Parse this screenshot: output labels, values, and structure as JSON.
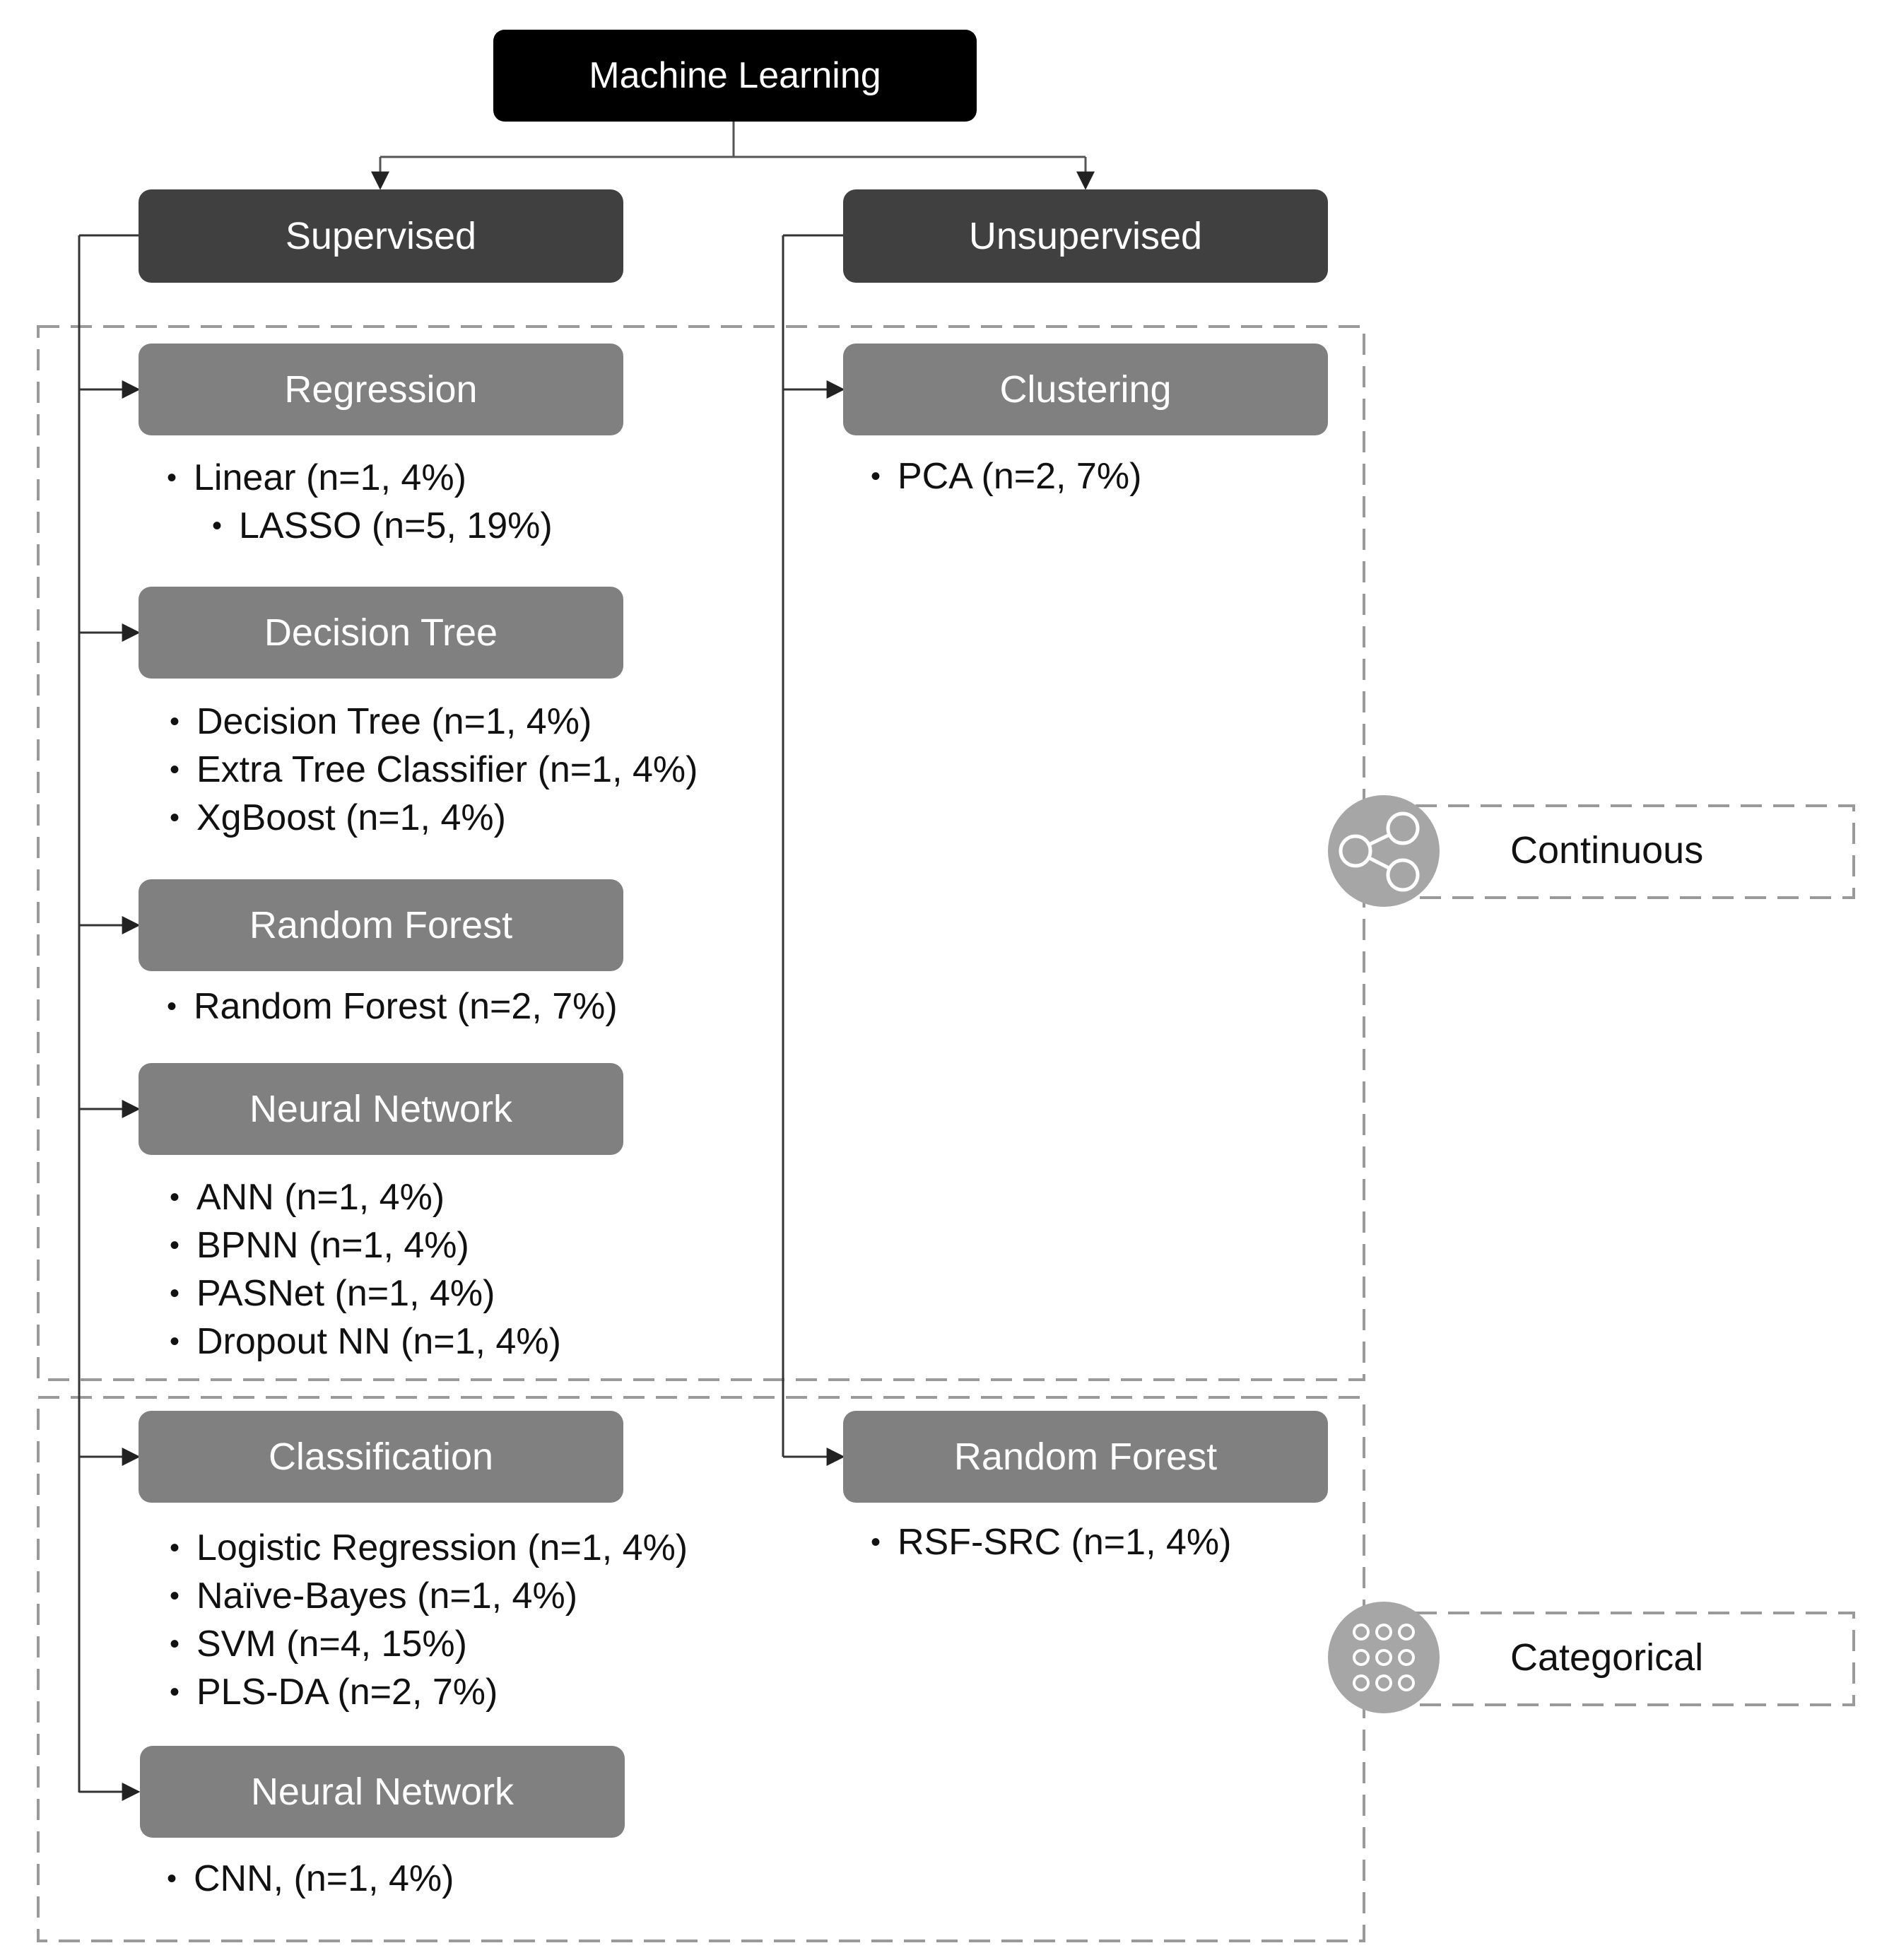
{
  "root": {
    "label": "Machine Learning"
  },
  "branches": {
    "supervised": {
      "label": "Supervised",
      "groups": [
        {
          "label": "Regression",
          "items": [
            "Linear (n=1, 4%)",
            "LASSO (n=5, 19%)"
          ]
        },
        {
          "label": "Decision Tree",
          "items": [
            "Decision Tree (n=1, 4%)",
            "Extra Tree Classifier (n=1, 4%)",
            "XgBoost (n=1, 4%)"
          ]
        },
        {
          "label": "Random Forest",
          "items": [
            "Random Forest (n=2, 7%)"
          ]
        },
        {
          "label": "Neural Network",
          "items": [
            "ANN (n=1, 4%)",
            "BPNN (n=1, 4%)",
            "PASNet (n=1, 4%)",
            "Dropout NN (n=1, 4%)"
          ]
        },
        {
          "label": "Classification",
          "items": [
            "Logistic Regression (n=1, 4%)",
            "Naïve-Bayes (n=1, 4%)",
            "SVM (n=4, 15%)",
            "PLS-DA (n=2, 7%)"
          ]
        },
        {
          "label": "Neural Network",
          "items": [
            "CNN, (n=1, 4%)"
          ]
        }
      ]
    },
    "unsupervised": {
      "label": "Unsupervised",
      "groups": [
        {
          "label": "Clustering",
          "items": [
            "PCA (n=2, 7%)"
          ]
        },
        {
          "label": "Random Forest",
          "items": [
            "RSF-SRC (n=1, 4%)"
          ]
        }
      ]
    }
  },
  "regions": {
    "continuous": {
      "label": "Continuous",
      "icon": "share-network-icon"
    },
    "categorical": {
      "label": "Categorical",
      "icon": "dot-grid-icon"
    }
  },
  "colors": {
    "root_fill": "#000000",
    "level1_fill": "#404040",
    "level2_fill": "#808080",
    "connector": "#555555",
    "region_border": "#9a9a9a",
    "icon_fill": "#a6a6a6"
  }
}
